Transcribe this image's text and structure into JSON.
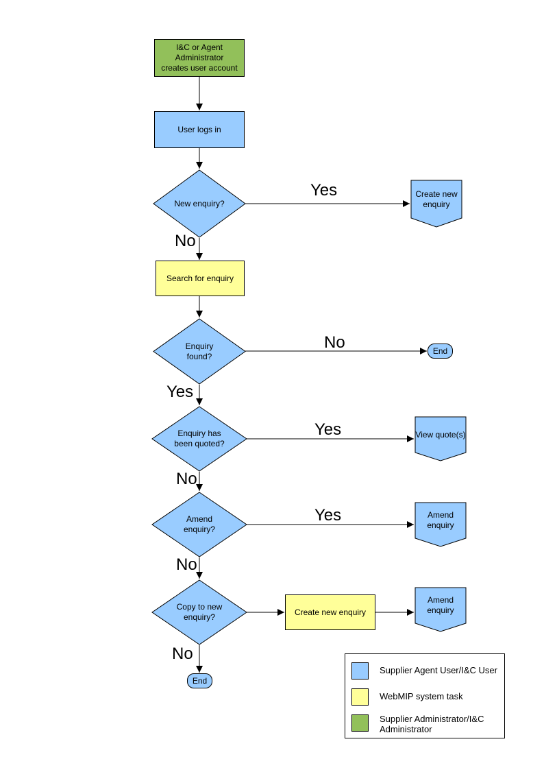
{
  "colors": {
    "user_task_fill": "#99CCFF",
    "system_task_fill": "#FFFF99",
    "admin_task_fill": "#92C05A",
    "outline": "#000000",
    "background": "#FFFFFF"
  },
  "flowchart": {
    "nodes": [
      {
        "id": "admin-creates-account",
        "type": "process",
        "role": "admin",
        "label": "I&C or Agent Administrator\ncreates user account"
      },
      {
        "id": "user-logs-in",
        "type": "process",
        "role": "user",
        "label": "User logs in"
      },
      {
        "id": "new-enquiry",
        "type": "decision",
        "role": "user",
        "label": "New enquiry?"
      },
      {
        "id": "create-new-enquiry",
        "type": "offpage",
        "role": "user",
        "label": "Create new\nenquiry"
      },
      {
        "id": "search-for-enquiry",
        "type": "process",
        "role": "system",
        "label": "Search for enquiry"
      },
      {
        "id": "enquiry-found",
        "type": "decision",
        "role": "user",
        "label": "Enquiry\nfound?"
      },
      {
        "id": "end-1",
        "type": "terminator",
        "role": "user",
        "label": "End"
      },
      {
        "id": "enquiry-quoted",
        "type": "decision",
        "role": "user",
        "label": "Enquiry has\nbeen quoted?"
      },
      {
        "id": "view-quotes",
        "type": "offpage",
        "role": "user",
        "label": "View quote(s)"
      },
      {
        "id": "amend-enquiry-decision",
        "type": "decision",
        "role": "user",
        "label": "Amend\nenquiry?"
      },
      {
        "id": "amend-enquiry-1",
        "type": "offpage",
        "role": "user",
        "label": "Amend enquiry"
      },
      {
        "id": "copy-to-new-enquiry",
        "type": "decision",
        "role": "user",
        "label": "Copy to new\nenquiry?"
      },
      {
        "id": "create-new-enquiry-task",
        "type": "process",
        "role": "system",
        "label": "Create new enquiry"
      },
      {
        "id": "amend-enquiry-2",
        "type": "offpage",
        "role": "user",
        "label": "Amend enquiry"
      },
      {
        "id": "end-2",
        "type": "terminator",
        "role": "user",
        "label": "End"
      }
    ],
    "edge_labels": [
      {
        "edge": "new-enquiry to create-new-enquiry",
        "text": "Yes"
      },
      {
        "edge": "new-enquiry to search-for-enquiry",
        "text": "No"
      },
      {
        "edge": "enquiry-found to end-1",
        "text": "No"
      },
      {
        "edge": "enquiry-found to enquiry-quoted",
        "text": "Yes"
      },
      {
        "edge": "enquiry-quoted to view-quotes",
        "text": "Yes"
      },
      {
        "edge": "enquiry-quoted to amend-enquiry-decision",
        "text": "No"
      },
      {
        "edge": "amend-enquiry-decision to amend-enquiry-1",
        "text": "Yes"
      },
      {
        "edge": "amend-enquiry-decision to copy-to-new-enquiry",
        "text": "No"
      },
      {
        "edge": "copy-to-new-enquiry to end-2",
        "text": "No"
      }
    ]
  },
  "legend": {
    "items": [
      {
        "label": "Supplier Agent User/I&C User",
        "color": "#99CCFF"
      },
      {
        "label": "WebMIP system task",
        "color": "#FFFF99"
      },
      {
        "label": "Supplier Administrator/I&C\nAdministrator",
        "color": "#92C05A"
      }
    ]
  }
}
